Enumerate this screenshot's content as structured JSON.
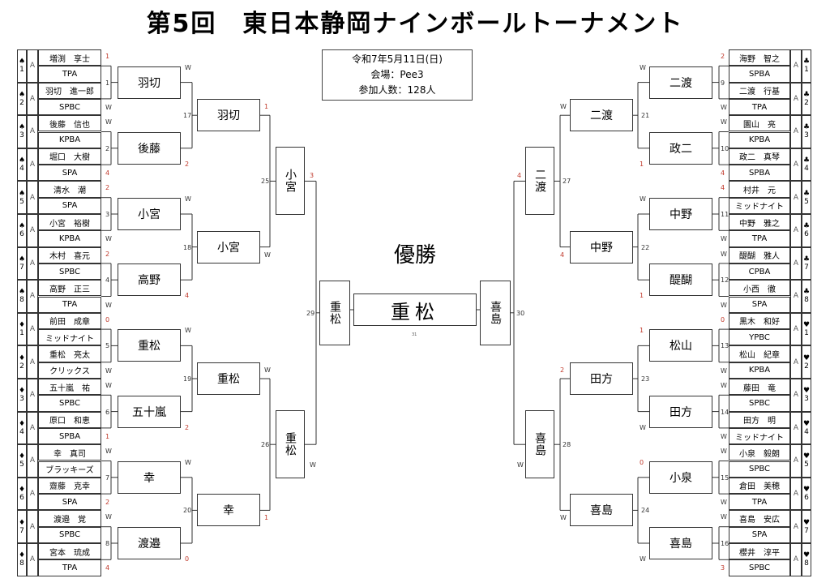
{
  "title": "第5回　東日本静岡ナインボールトーナメント",
  "info": {
    "date": "令和7年5月11日(日)",
    "venue": "会場：Pee3",
    "participants": "参加人数：128人"
  },
  "champion_label": "優勝",
  "champion": "重松",
  "tiny_mark": "31",
  "left": {
    "suits": [
      "♠",
      "♠",
      "♠",
      "♠",
      "♠",
      "♠",
      "♠",
      "♠",
      "♦",
      "♦",
      "♦",
      "♦",
      "♦",
      "♦",
      "♦",
      "♦"
    ],
    "slots": [
      "1",
      "2",
      "3",
      "4",
      "5",
      "6",
      "7",
      "8",
      "1",
      "2",
      "3",
      "4",
      "5",
      "6",
      "7",
      "8"
    ],
    "players": [
      [
        "増渕　享士",
        "TPA"
      ],
      [
        "羽切　進一郎",
        "SPBC"
      ],
      [
        "後藤　信也",
        "KPBA"
      ],
      [
        "堀口　大樹",
        "SPA"
      ],
      [
        "清水　潮",
        "SPA"
      ],
      [
        "小宮　裕樹",
        "KPBA"
      ],
      [
        "木村　喜元",
        "SPBC"
      ],
      [
        "高野　正三",
        "TPA"
      ],
      [
        "前田　成章",
        "ミッドナイト"
      ],
      [
        "重松　亮太",
        "クリックス"
      ],
      [
        "五十嵐　祐",
        "SPBC"
      ],
      [
        "原口　和恵",
        "SPBA"
      ],
      [
        "幸　真司",
        "ブラッキーズ"
      ],
      [
        "齋藤　克幸",
        "SPA"
      ],
      [
        "渡邉　覚",
        "SPBC"
      ],
      [
        "宮本　琉成",
        "TPA"
      ]
    ],
    "scores": [
      "1",
      "W",
      "W",
      "4",
      "2",
      "W",
      "2",
      "W",
      "0",
      "W",
      "W",
      "1",
      "W",
      "2",
      "W",
      "4"
    ],
    "r1": [
      "羽切",
      "後藤",
      "小宮",
      "高野",
      "重松",
      "五十嵐",
      "幸",
      "渡邉"
    ],
    "r1_nums": [
      "1",
      "2",
      "3",
      "4",
      "5",
      "6",
      "7",
      "8"
    ],
    "r1_scores": [
      "W",
      "2",
      "W",
      "4",
      "W",
      "2",
      "W",
      "0"
    ],
    "r2": [
      "羽切",
      "小宮",
      "重松",
      "幸"
    ],
    "r2_nums": [
      "17",
      "18",
      "19",
      "20"
    ],
    "r2_scores": [
      "1",
      "W",
      "W",
      "1"
    ],
    "r3": [
      "小宮",
      "重松"
    ],
    "r3_nums": [
      "25",
      "26"
    ],
    "r3_scores": [
      "3",
      "W"
    ],
    "sf": "重松",
    "sf_num": "29"
  },
  "right": {
    "suits": [
      "♣",
      "♣",
      "♣",
      "♣",
      "♣",
      "♣",
      "♣",
      "♣",
      "♥",
      "♥",
      "♥",
      "♥",
      "♥",
      "♥",
      "♥",
      "♥"
    ],
    "slots": [
      "1",
      "2",
      "3",
      "4",
      "5",
      "6",
      "7",
      "8",
      "1",
      "2",
      "3",
      "4",
      "5",
      "6",
      "7",
      "8"
    ],
    "players": [
      [
        "海野　智之",
        "SPBA"
      ],
      [
        "二渡　行基",
        "TPA"
      ],
      [
        "園山　亮",
        "KPBA"
      ],
      [
        "政二　真琴",
        "SPBA"
      ],
      [
        "村井　元",
        "ミッドナイト"
      ],
      [
        "中野　雅之",
        "TPA"
      ],
      [
        "醍醐　雅人",
        "CPBA"
      ],
      [
        "小西　徹",
        "SPA"
      ],
      [
        "黒木　和好",
        "YPBC"
      ],
      [
        "松山　紀章",
        "KPBA"
      ],
      [
        "藤田　竜",
        "SPBC"
      ],
      [
        "田方　明",
        "ミッドナイト"
      ],
      [
        "小泉　毅朗",
        "SPBC"
      ],
      [
        "倉田　美穂",
        "TPA"
      ],
      [
        "喜島　安広",
        "SPA"
      ],
      [
        "櫻井　淳平",
        "SPBC"
      ]
    ],
    "scores": [
      "2",
      "W",
      "W",
      "4",
      "4",
      "W",
      "W",
      "W",
      "0",
      "W",
      "W",
      "W",
      "W",
      "W",
      "W",
      "3"
    ],
    "r1": [
      "二渡",
      "政二",
      "中野",
      "醍醐",
      "松山",
      "田方",
      "小泉",
      "喜島"
    ],
    "r1_nums": [
      "9",
      "10",
      "11",
      "12",
      "13",
      "14",
      "15",
      "16"
    ],
    "r1_scores": [
      "W",
      "1",
      "W",
      "1",
      "1",
      "W",
      "0",
      "W"
    ],
    "r2": [
      "二渡",
      "中野",
      "田方",
      "喜島"
    ],
    "r2_nums": [
      "21",
      "22",
      "23",
      "24"
    ],
    "r2_scores": [
      "W",
      "4",
      "2",
      "W"
    ],
    "r3": [
      "二渡",
      "喜島"
    ],
    "r3_nums": [
      "27",
      "28"
    ],
    "r3_scores": [
      "4",
      "W"
    ],
    "sf": "喜島",
    "sf_num": "30"
  },
  "rank_label": "A"
}
